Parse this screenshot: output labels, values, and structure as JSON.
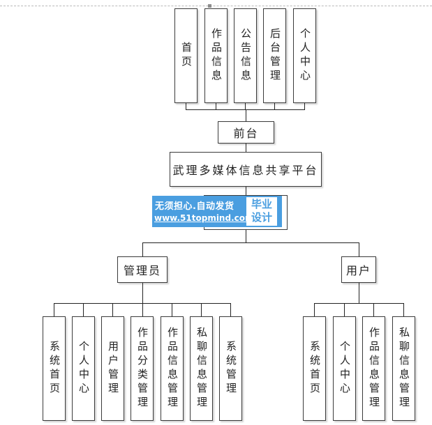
{
  "diagram": {
    "root": {
      "label": "武理多媒体信息共享平台"
    },
    "frontend": {
      "label": "前台",
      "children": [
        "首页",
        "作品信息",
        "公告信息",
        "后台管理",
        "个人中心"
      ]
    },
    "admin": {
      "label": "管理员",
      "children": [
        "系统首页",
        "个人中心",
        "用户管理",
        "作品分类管理",
        "作品信息管理",
        "私聊信息管理",
        "系统管理"
      ]
    },
    "user": {
      "label": "用户",
      "children": [
        "系统首页",
        "个人中心",
        "作品信息管理",
        "私聊信息管理"
      ]
    }
  },
  "watermark": {
    "slogan": "无须担心.自动发货",
    "url": "www.51topmind.com",
    "badge_line1": "毕业",
    "badge_line2": "设计",
    "color": "#4a9ee0"
  }
}
